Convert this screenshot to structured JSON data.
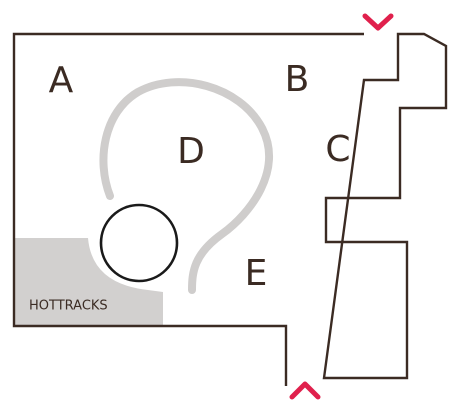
{
  "zones": [
    "A",
    "B",
    "C",
    "D",
    "E"
  ],
  "hotspot_label": "HOTTRACKS",
  "colors": {
    "wall": "#3b2b23",
    "path": "#cfcdcc",
    "hotspot_fill": "#d2d0cf",
    "entrance_marker": "#e0204c",
    "background": "#ffffff"
  },
  "icons": {
    "entrance_top": "chevron-down-icon",
    "entrance_bottom": "chevron-up-icon",
    "landmark": "circle-icon"
  }
}
